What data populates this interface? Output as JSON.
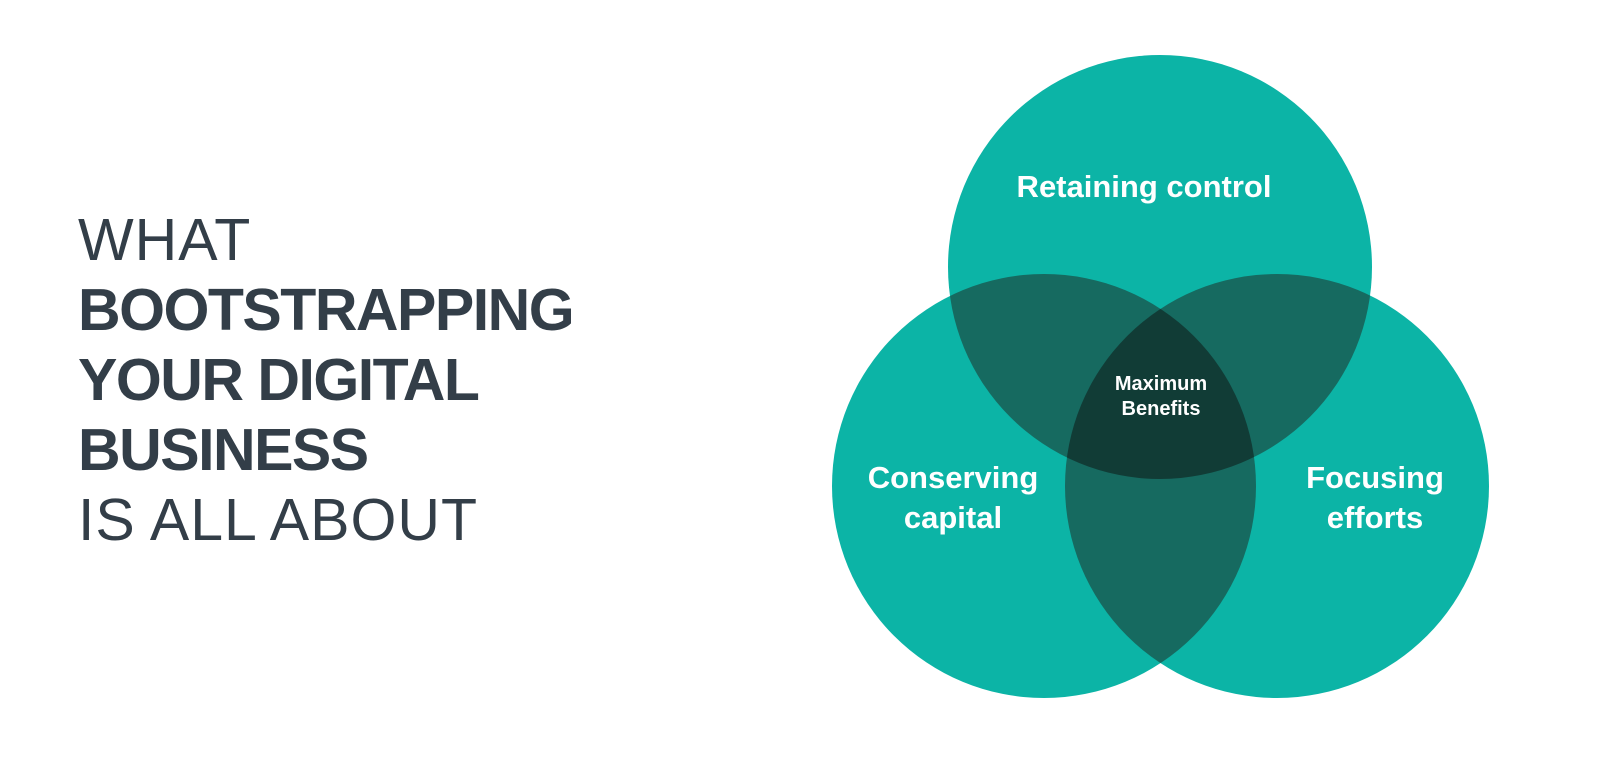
{
  "page": {
    "background_color": "#ffffff"
  },
  "headline": {
    "color": "#333e48",
    "line1": "WHAT",
    "line2": "BOOTSTRAPPING",
    "line3": "YOUR DIGITAL",
    "line4": "BUSINESS",
    "line5": "IS ALL ABOUT"
  },
  "venn": {
    "circle_color": "#0cb4a6",
    "pair_overlap_color": "#166a60",
    "triple_overlap_color": "#113c36",
    "label_color": "#ffffff",
    "top_circle_label": "Retaining control",
    "bottom_left_label_line1": "Conserving",
    "bottom_left_label_line2": "capital",
    "bottom_right_label_line1": "Focusing",
    "bottom_right_label_line2": "efforts",
    "center_label_line1": "Maximum",
    "center_label_line2": "Benefits"
  }
}
